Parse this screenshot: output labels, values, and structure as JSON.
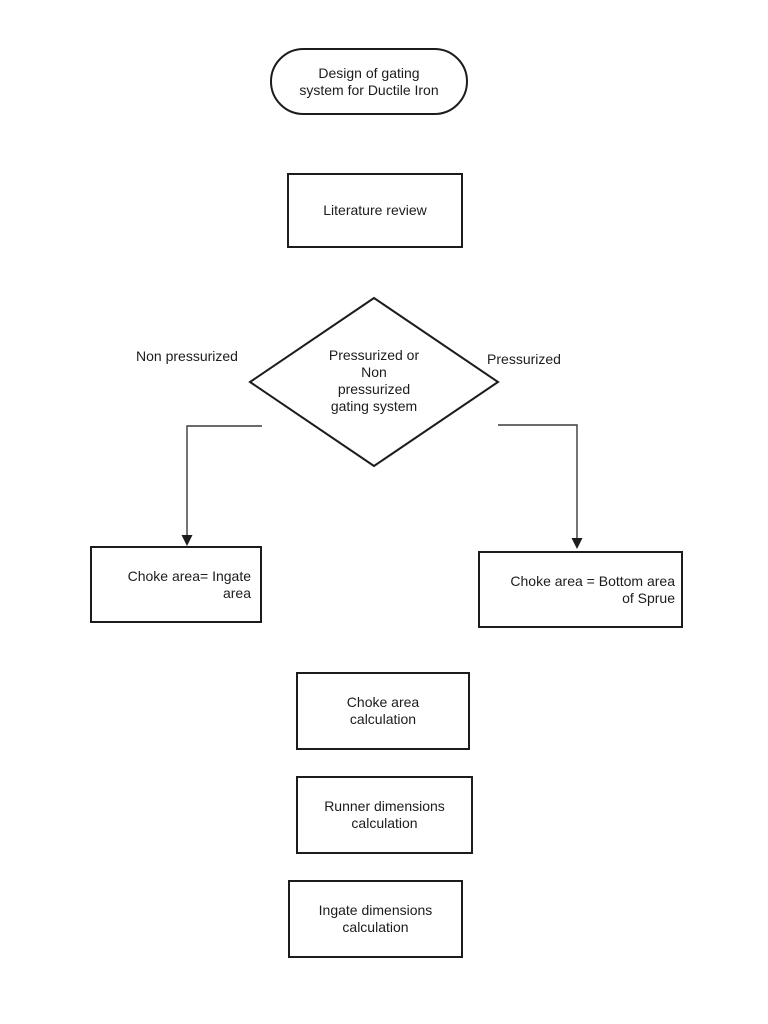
{
  "document": {
    "background": "#ffffff",
    "ink": "#1c1c1c"
  },
  "flowchart": {
    "nodes": {
      "start": {
        "shape": "stadium",
        "label": "Design of gating\nsystem for Ductile Iron"
      },
      "literature": {
        "shape": "process",
        "label": "Literature review"
      },
      "decision": {
        "shape": "decision",
        "label": "Pressurized or\nNon\npressurized\ngating system"
      },
      "choke_ingate": {
        "shape": "process",
        "label": "Choke area= Ingate\narea"
      },
      "choke_sprue": {
        "shape": "process",
        "label": "Choke area = Bottom area\nof Sprue"
      },
      "choke_calc": {
        "shape": "process",
        "label": "Choke area\ncalculation"
      },
      "runner_calc": {
        "shape": "process",
        "label": "Runner dimensions\ncalculation"
      },
      "ingate_calc": {
        "shape": "process",
        "label": "Ingate dimensions\ncalculation"
      }
    },
    "branch_labels": {
      "left": "Non pressurized",
      "right": "Pressurized"
    }
  }
}
